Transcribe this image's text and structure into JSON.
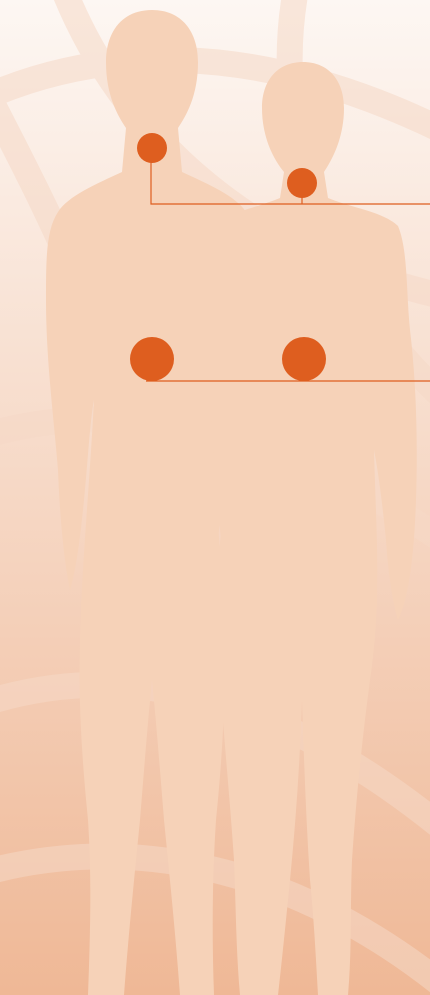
{
  "colors": {
    "background_top": "#fdf7f3",
    "background_bottom": "#efb896",
    "swirl": "#f6d9c7",
    "silhouette": "#f6d2b8",
    "marker": "#de5e1f",
    "leader_line": "#de5e1f"
  },
  "figures": [
    {
      "name": "male-silhouette",
      "icon": "male-body-silhouette"
    },
    {
      "name": "female-silhouette",
      "icon": "female-body-silhouette"
    }
  ],
  "markers": [
    {
      "name": "male-neck-marker",
      "figure": "male",
      "location": "neck"
    },
    {
      "name": "female-neck-marker",
      "figure": "female",
      "location": "neck"
    },
    {
      "name": "male-chest-marker",
      "figure": "male",
      "location": "chest"
    },
    {
      "name": "female-chest-marker",
      "figure": "female",
      "location": "chest"
    }
  ]
}
